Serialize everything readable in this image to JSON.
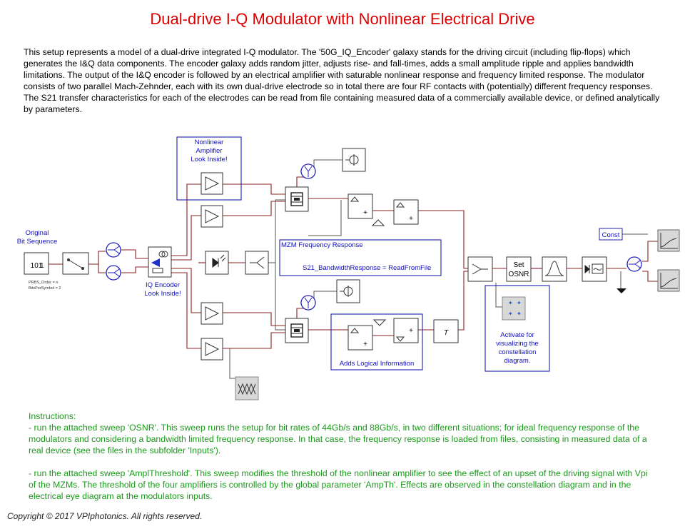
{
  "title": "Dual-drive I-Q Modulator with Nonlinear Electrical Drive",
  "description": "This setup represents a model of a dual-drive integrated I-Q modulator. The '50G_IQ_Encoder' galaxy stands for the driving circuit (including flip-flops) which generates the I&Q data components. The encoder galaxy adds random jitter, adjusts rise- and fall-times, adds a small amplitude ripple and applies bandwidth limitations. The output of the I&Q encoder is followed by an electrical amplifier with saturable nonlinear response and frequency limited response.  The modulator consists of two parallel Mach-Zehnder, each with its own dual-drive electrode so in total there are four RF contacts with (potentially) different frequency responses. The S21 transfer characteristics for each of the electrodes can be read from file containing measured data of a commercially available device, or defined analytically by parameters.",
  "diagram": {
    "original_bit_sequence": [
      "Original",
      "Bit Sequence"
    ],
    "prbs_source_label": "101",
    "params": [
      "PRBS_Order = n",
      "BitsPerSymbol = 2"
    ],
    "iq_encoder": [
      "IQ Encoder",
      "Look Inside!"
    ],
    "nonlinear_amplifier": [
      "Nonlinear",
      "Amplifier",
      "Look Inside!"
    ],
    "mzm_freq_title": "MZM Frequency Response",
    "mzm_freq_param": "S21_BandwidthResponse = ReadFromFile",
    "adds_logical_info": "Adds Logical Information",
    "set_osnr": [
      "Set",
      "OSNR"
    ],
    "const_label": "Const",
    "activate_note": [
      "Activate for",
      "visualizing the",
      "constellation",
      "diagram."
    ],
    "delay_symbol": "T"
  },
  "instructions": {
    "heading": "Instructions:",
    "item1": " - run the attached sweep 'OSNR'. This sweep runs the setup for bit rates of 44Gb/s and 88Gb/s, in two different situations; for ideal frequency response of the modulators and considering a bandwidth limited frequency response.  In that case, the frequency response is loaded from files, consisting in measured data of a real device (see the files in the subfolder 'Inputs').",
    "item2": " - run the attached sweep 'AmplThreshold'. This sweep modifies the threshold of the nonlinear amplifier to see the effect of an upset of the driving signal with Vpi of the MZMs. The threshold of the four amplifiers is controlled  by the global parameter 'AmpTh'. Effects are observed in the constellation diagram and in the electrical eye diagram at the modulators inputs."
  },
  "copyright": "Copyright © 2017 VPIphotonics. All rights reserved."
}
